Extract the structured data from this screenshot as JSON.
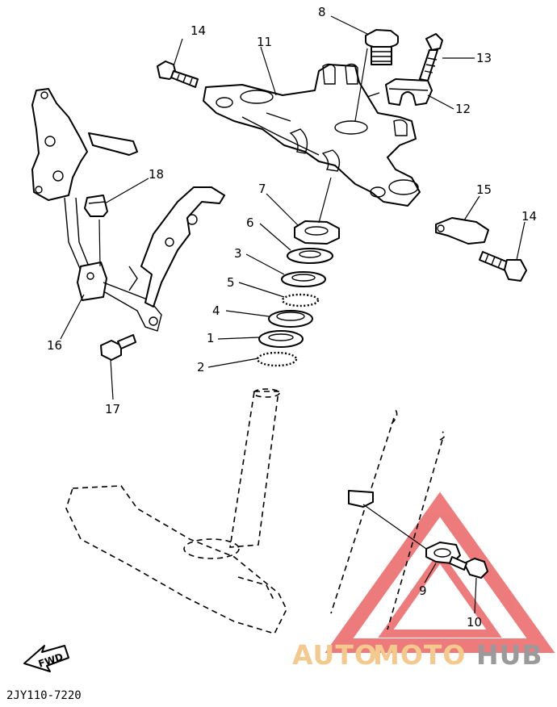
{
  "callouts": [
    "1",
    "2",
    "3",
    "4",
    "5",
    "6",
    "7",
    "8",
    "9",
    "10",
    "11",
    "12",
    "13",
    "14",
    "15",
    "16",
    "17",
    "18"
  ],
  "drawing_code": "2JY110-7220",
  "fwd_label": "FWD",
  "watermark": {
    "part_a": "AUTO",
    "part_b": "MOTO",
    "part_c": "HUB",
    "colors": {
      "light": "#f3c98e",
      "gray": "#9a9a9a",
      "triangle": "#e85050"
    }
  }
}
